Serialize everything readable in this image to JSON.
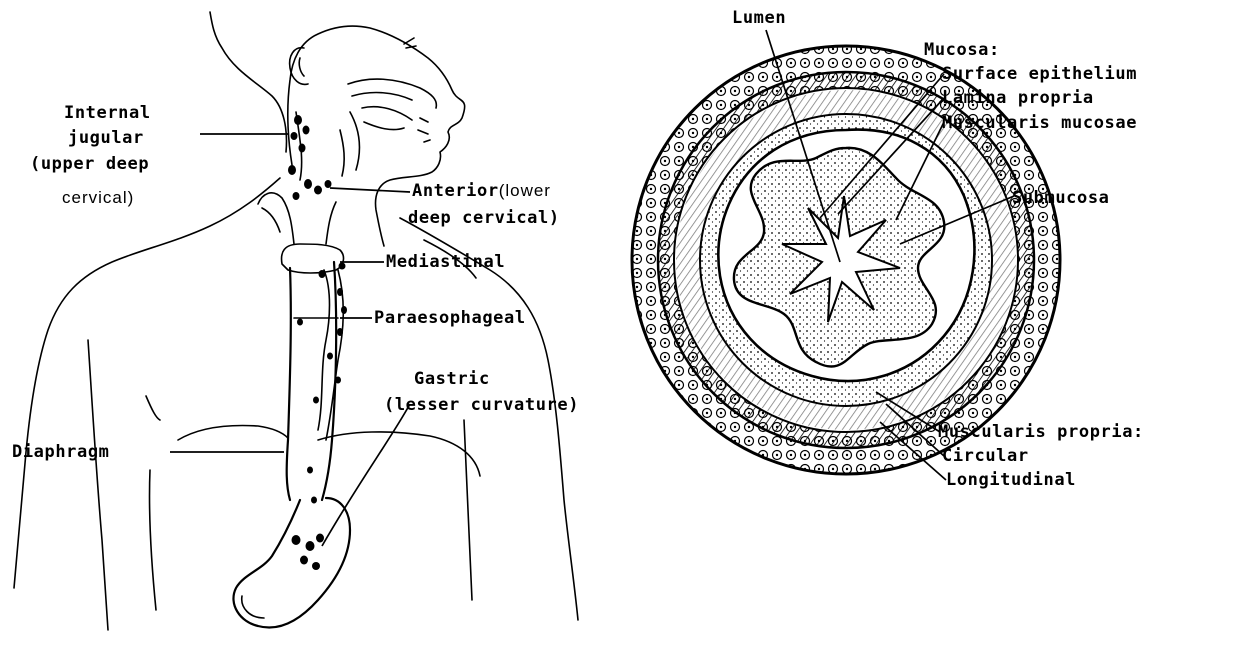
{
  "left_figure": {
    "labels": {
      "internal_jugular_1": "Internal",
      "internal_jugular_2": "jugular",
      "internal_jugular_3": "(upper deep",
      "internal_jugular_4": "cervical)",
      "anterior_1": "Anterior",
      "anterior_1b": "(lower",
      "anterior_2": "deep cervical)",
      "mediastinal": "Mediastinal",
      "paraesophageal": "Paraesophageal",
      "gastric_1": "Gastric",
      "gastric_2": "(lesser curvature)",
      "diaphragm": "Diaphragm"
    }
  },
  "right_figure": {
    "labels": {
      "lumen": "Lumen",
      "mucosa": "Mucosa:",
      "surface_epithelium": "Surface epithelium",
      "lamina_propria": "Lamina propria",
      "muscularis_mucosae": "Muscularis mucosae",
      "submucosa": "Submucosa",
      "muscularis_propria": "Muscularis propria:",
      "circular": "Circular",
      "longitudinal": "Longitudinal"
    }
  },
  "colors": {
    "ink": "#000000",
    "background": "#ffffff"
  }
}
